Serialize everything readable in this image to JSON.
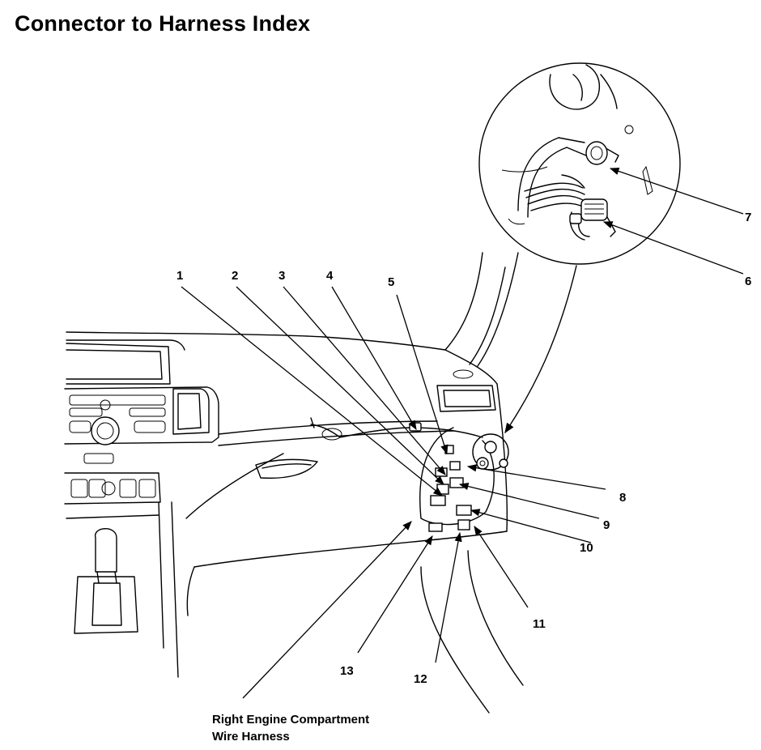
{
  "title": "Connector to Harness Index",
  "callouts": [
    {
      "id": "1",
      "label": "1"
    },
    {
      "id": "2",
      "label": "2"
    },
    {
      "id": "3",
      "label": "3"
    },
    {
      "id": "4",
      "label": "4"
    },
    {
      "id": "5",
      "label": "5"
    },
    {
      "id": "6",
      "label": "6"
    },
    {
      "id": "7",
      "label": "7"
    },
    {
      "id": "8",
      "label": "8"
    },
    {
      "id": "9",
      "label": "9"
    },
    {
      "id": "10",
      "label": "10"
    },
    {
      "id": "11",
      "label": "11"
    },
    {
      "id": "12",
      "label": "12"
    },
    {
      "id": "13",
      "label": "13"
    }
  ],
  "caption": {
    "line1": "Right Engine Compartment",
    "line2": "Wire Harness"
  },
  "colors": {
    "line": "#000000",
    "background": "#ffffff"
  }
}
